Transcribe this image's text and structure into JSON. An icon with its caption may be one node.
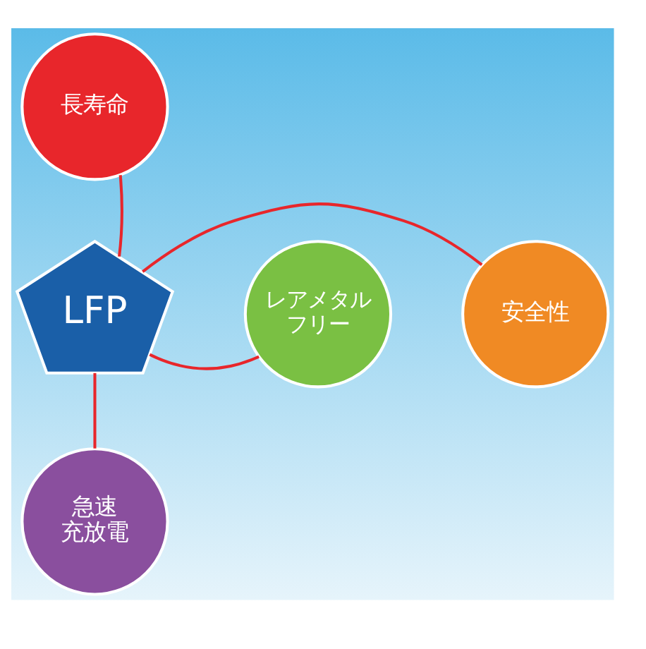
{
  "diagram": {
    "nodes": [
      {
        "text": [
          "LFP"
        ]
      },
      {
        "text": [
          "長寿命"
        ]
      },
      {
        "text": [
          "安全性"
        ]
      },
      {
        "text": [
          "レアメタルフリー"
        ]
      },
      {
        "text": [
          "急速充放電"
        ]
      }
    ],
    "edges": [
      {
        "from": 0,
        "to": 1,
        "arrow": "none"
      },
      {
        "from": 0,
        "to": 2,
        "arrow": "none"
      },
      {
        "from": 0,
        "to": 3,
        "arrow": "none"
      },
      {
        "from": 0,
        "to": 4,
        "arrow": "none"
      }
    ]
  }
}
